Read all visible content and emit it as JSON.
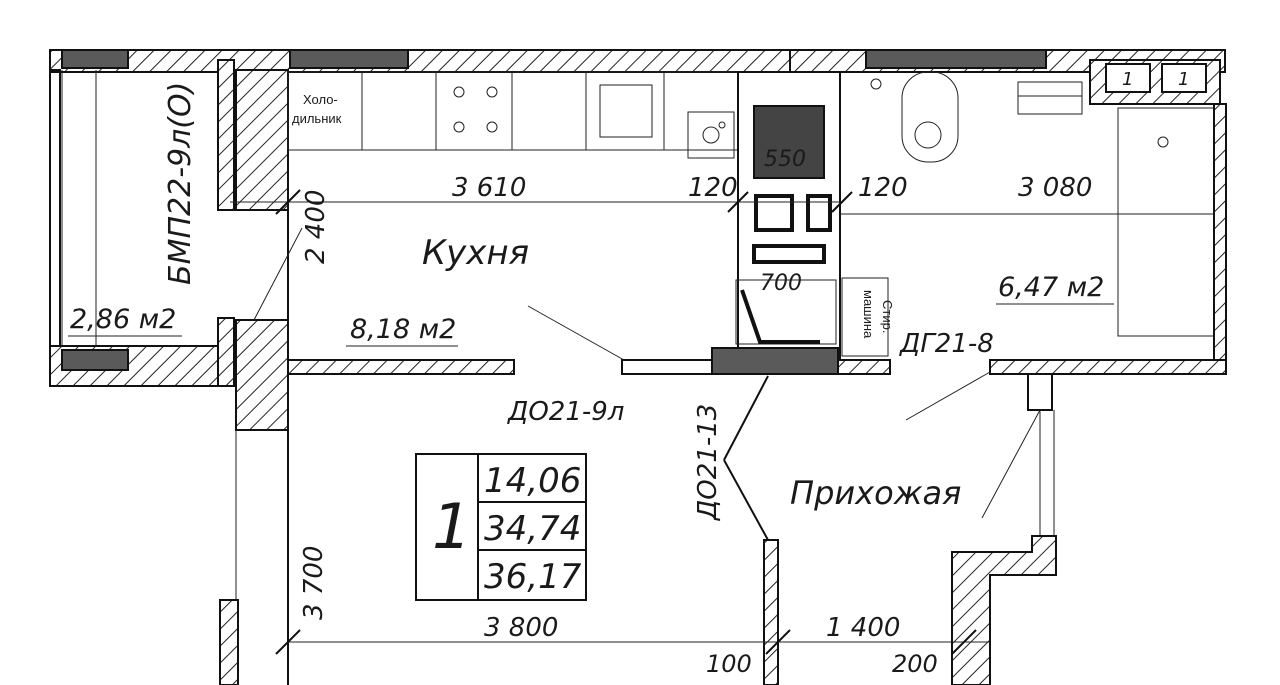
{
  "plan": {
    "summary": {
      "rooms_count": "1",
      "living_area": "14,06",
      "total_area": "34,74",
      "total_area_with_balcony": "36,17"
    },
    "rooms": {
      "kitchen": {
        "name": "Кухня",
        "area": "8,18 м2"
      },
      "hallway": {
        "name": "Прихожая"
      },
      "bathroom": {
        "area": "6,47 м2"
      },
      "balcony": {
        "area": "2,86 м2",
        "block": "БМП22-9л(О)"
      }
    },
    "appliances": {
      "fridge_line1": "Холо-",
      "fridge_line2": "дильник",
      "washer_line1": "Стир.",
      "washer_line2": "машина",
      "shaft_label": "550",
      "shaft_label2": "700"
    },
    "doors": {
      "kitchen_door": "ДО21-9л",
      "room_door": "ДО21-13",
      "bath_door": "ДГ21-8"
    },
    "dimensions": {
      "kitchen_width": "3 610",
      "kitchen_gap_left": "120",
      "kitchen_gap_right": "120",
      "bath_width": "3 080",
      "kitchen_depth": "2 400",
      "room_width": "3 800",
      "room_depth": "3 700",
      "hall_width": "1 400",
      "wall_100": "100",
      "wall_200": "200"
    },
    "small_labels": {
      "riser_1": "1",
      "riser_2": "1"
    }
  }
}
